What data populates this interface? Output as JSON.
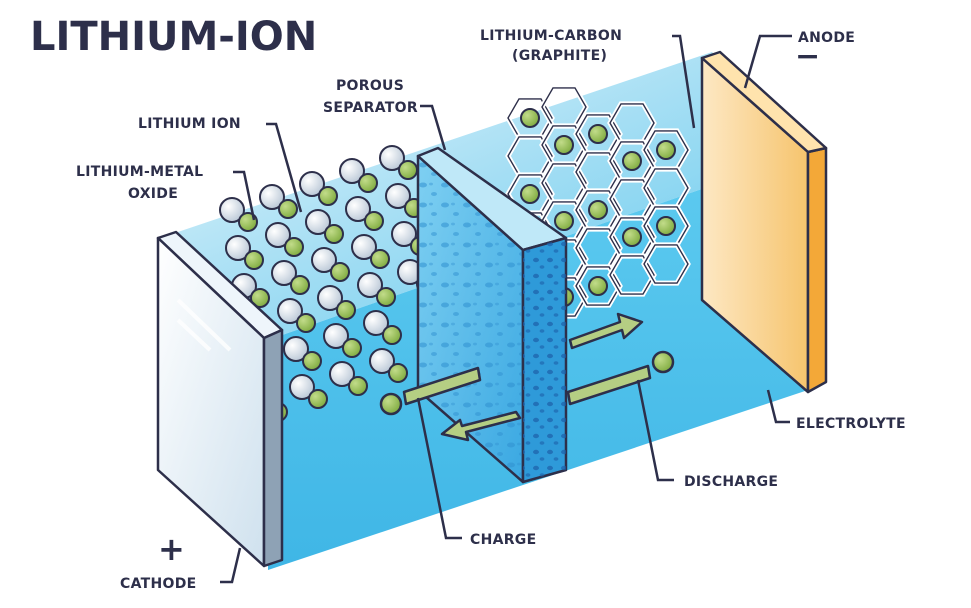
{
  "title": "LITHIUM-ION",
  "labels": {
    "lithium_carbon_line1": "LITHIUM-CARBON",
    "lithium_carbon_line2": "(GRAPHITE)",
    "anode": "ANODE",
    "porous_separator_line1": "POROUS",
    "porous_separator_line2": "SEPARATOR",
    "lithium_ion": "LITHIUM ION",
    "lithium_metal_oxide_line1": "LITHIUM-METAL",
    "lithium_metal_oxide_line2": "OXIDE",
    "electrolyte": "ELECTROLYTE",
    "discharge": "DISCHARGE",
    "charge": "CHARGE",
    "cathode": "CATHODE"
  },
  "signs": {
    "anode_sign": "−",
    "cathode_sign": "+"
  },
  "colors": {
    "ink": "#2d2f4a",
    "electrolyte": "#4cc4ec",
    "separator": "#3fb2e6",
    "anode": "#f7c56f",
    "cathode": "#dde9f3",
    "lithium_ion": "#8fbb4e",
    "metal_oxide": "#e8eef4",
    "arrow": "#b5ce83"
  }
}
